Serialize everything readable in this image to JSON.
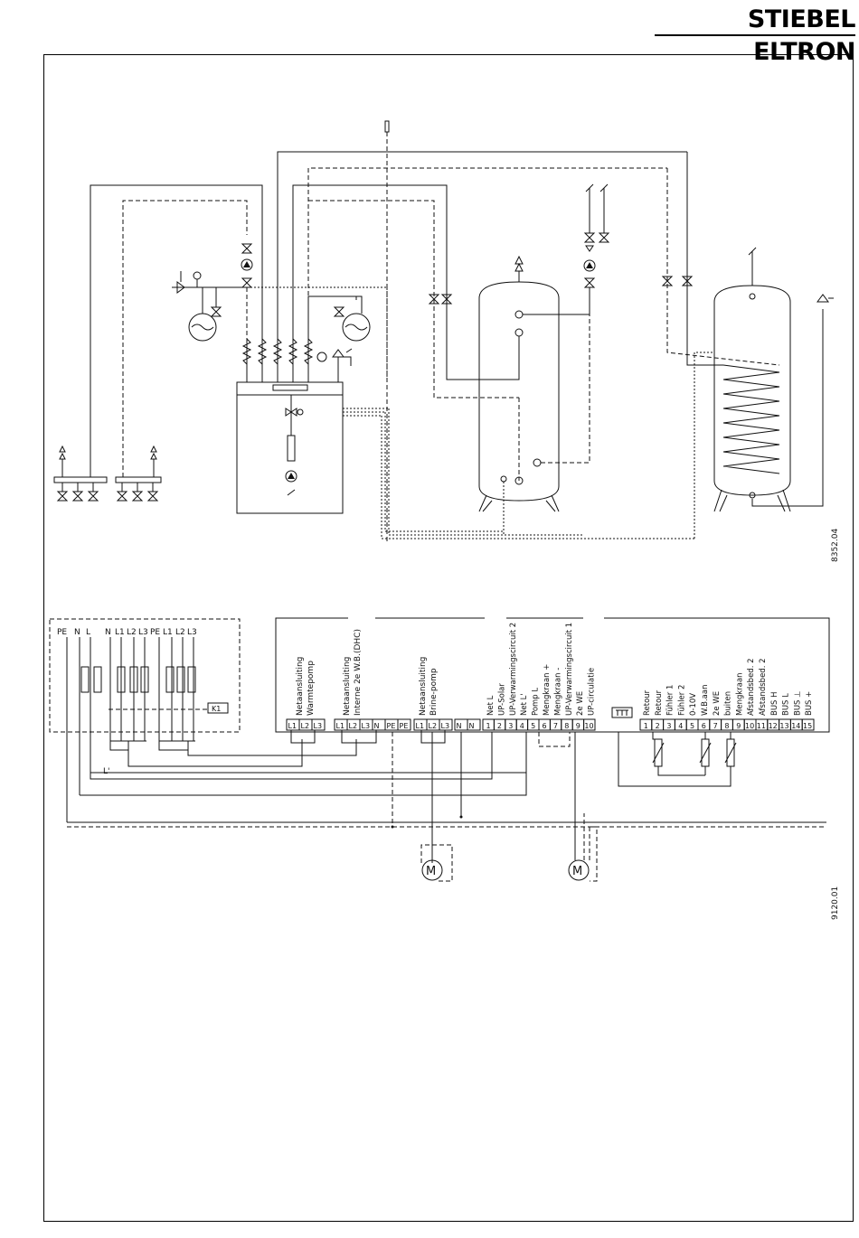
{
  "brand": "STIEBEL ELTRON",
  "drawing_numbers": {
    "hydraulic": "8352.04",
    "wiring": "9120.01"
  },
  "supply_labels": [
    "PE",
    "N",
    "L",
    "N",
    "L1",
    "L2",
    "L3",
    "PE",
    "L1",
    "L2",
    "L3"
  ],
  "relay_label": "K1",
  "groups": [
    {
      "lines": [
        "Netaansluiting",
        "Warmtepomp"
      ]
    },
    {
      "lines": [
        "Netaansluiting",
        "Interne 2e W.B.(DHC)"
      ]
    },
    {
      "lines": [
        "Netaansluiting",
        "Brine-pomp"
      ]
    }
  ],
  "group_terminals": [
    [
      "L1",
      "L2",
      "L3"
    ],
    [
      "L1",
      "L2",
      "L3",
      "N"
    ],
    [
      "PE",
      "PE"
    ],
    [
      "L1",
      "L2",
      "L3"
    ],
    [
      "N",
      "N"
    ]
  ],
  "terminal_labels_a": [
    "Net L",
    "UP-Solar",
    "UP-Verwarmingscircuit 2",
    "Net L'",
    "Pomp L",
    "Mengkraan +",
    "Mengkraan -",
    "UP-Verwarmingscircuit 1",
    "2e WE",
    "UP-circulatie"
  ],
  "terminal_numbers_a": [
    "1",
    "2",
    "3",
    "4",
    "5",
    "6",
    "7",
    "8",
    "9",
    "10"
  ],
  "terminal_labels_b": [
    "Retour",
    "Retour",
    "Fühler 1",
    "Fühler 2",
    "0-10V",
    "W.B.aan",
    "2e WE",
    "buiten",
    "Mengkraan",
    "Afstandsbed. 2",
    "Afstandsbed. 2",
    "BUS H",
    "BUS L",
    "BUS ⊥",
    "BUS +"
  ],
  "terminal_numbers_b": [
    "1",
    "2",
    "3",
    "4",
    "5",
    "6",
    "7",
    "8",
    "9",
    "10",
    "11",
    "12",
    "13",
    "14",
    "15"
  ],
  "wire_label": "L'",
  "motor_label": "M"
}
